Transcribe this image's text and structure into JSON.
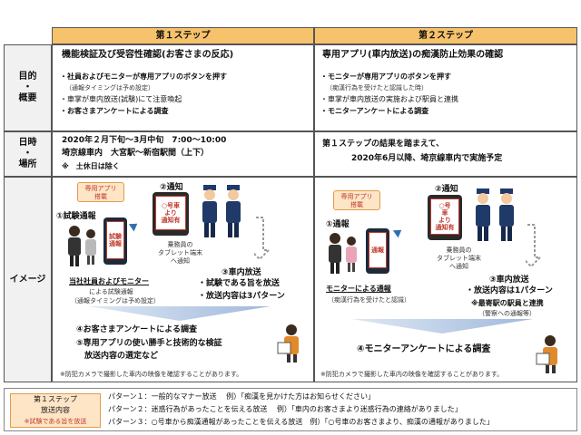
{
  "header": {
    "step1": "第１ステップ",
    "step2": "第２ステップ"
  },
  "labels": {
    "purpose_1": "目的",
    "purpose_dot": "・",
    "purpose_2": "概要",
    "date_1": "日時",
    "date_dot": "・",
    "date_2": "場所",
    "image": "イメージ"
  },
  "purpose": {
    "s1_title": "機能検証及び受容性確認(お客さまの反応)",
    "s1_l1": "・社員およびモニターが専用アプリのボタンを押す",
    "s1_l1_sub": "（通報タイミングは予め設定）",
    "s1_l2": "・車掌が車内放送(試験)にて注意喚起",
    "s1_l3": "・お客さまアンケートによる調査",
    "s2_title": "専用アプリ(車内放送)の痴漢防止効果の確認",
    "s2_l1": "・モニターが専用アプリのボタンを押す",
    "s2_l1_sub": "（痴漢行為を受けたと認識した時）",
    "s2_l2": "・車掌が車内放送の実施および駅員と連携",
    "s2_l3": "・モニターアンケートによる調査"
  },
  "date": {
    "s1_l1": "2020年２月下旬～3月中旬　7:00～10:00",
    "s1_l2": "埼京線車内　大宮駅～新宿駅間（上下）",
    "s1_l3": "※　土休日は除く",
    "s2_l1": "第１ステップの結果を踏まえて、",
    "s2_l2": "2020年6月以降、埼京線車内で実施予定"
  },
  "image1": {
    "app_callout": "専用アプリ\n搭載",
    "step1": "①試験通報",
    "phone_text": "試験\n通報",
    "step2": "②通知",
    "tablet_text": "○号車\nより\n通知有",
    "crew": "乗務員の\nタブレット端末\nへ通知",
    "step3": "③車内放送",
    "b1": "・試験である旨を放送",
    "b2": "・放送内容は3パターン",
    "monitor_title": "当社社員およびモニター",
    "monitor_sub1": "による試験通報",
    "monitor_sub2": "（通報タイミングは予め設定）",
    "step4": "④お客さまアンケートによる調査",
    "step5": "⑤専用アプリの使い勝手と技術的な検証",
    "step5b": "　放送内容の選定など",
    "footnote": "※防犯カメラで撮影した車内の映像を確認することがあります。"
  },
  "image2": {
    "app_callout": "専用アプリ\n搭載",
    "step1": "①通報",
    "phone_text": "通報",
    "step2": "②通知",
    "tablet_text": "○号\n車\nより\n通知有",
    "crew": "乗務員の\nタブレット端末\nへ通知",
    "step3": "③車内放送",
    "b1": "・放送内容は1パターン",
    "b2": "※最寄駅の駅員と連携",
    "b3": "（警察への通報等）",
    "monitor_title": "モニターによる通報",
    "monitor_sub": "（痴漢行為を受けたと認識）",
    "step4": "④モニターアンケートによる調査",
    "footnote": "※防犯カメラで撮影した車内の映像を確認することがあります。"
  },
  "legend": {
    "title1": "第１ステップ",
    "title2": "放送内容",
    "title3": "※試験である旨を放送",
    "p1": "パターン１：一般的なマナー放送　 例）「痴漢を見かけた方はお知らせください」",
    "p2": "パターン２：迷惑行為があったことを伝える放送　 例）「車内のお客さまより迷惑行為の連絡がありました」",
    "p3": "パターン３：○号車から痴漢通報があったことを伝える放送　例）「○号車のお客さまより、痴漢の通報がありました」"
  },
  "colors": {
    "header": "#f6c26b",
    "accent_red": "#c0392b",
    "arrow_blue": "#2f6fb1",
    "callout_bg": "#fde5c6"
  },
  "icons": [
    "smartphone-icon",
    "tablet-icon",
    "conductor-icon",
    "passenger-icon",
    "survey-icon",
    "arrow-icon"
  ]
}
